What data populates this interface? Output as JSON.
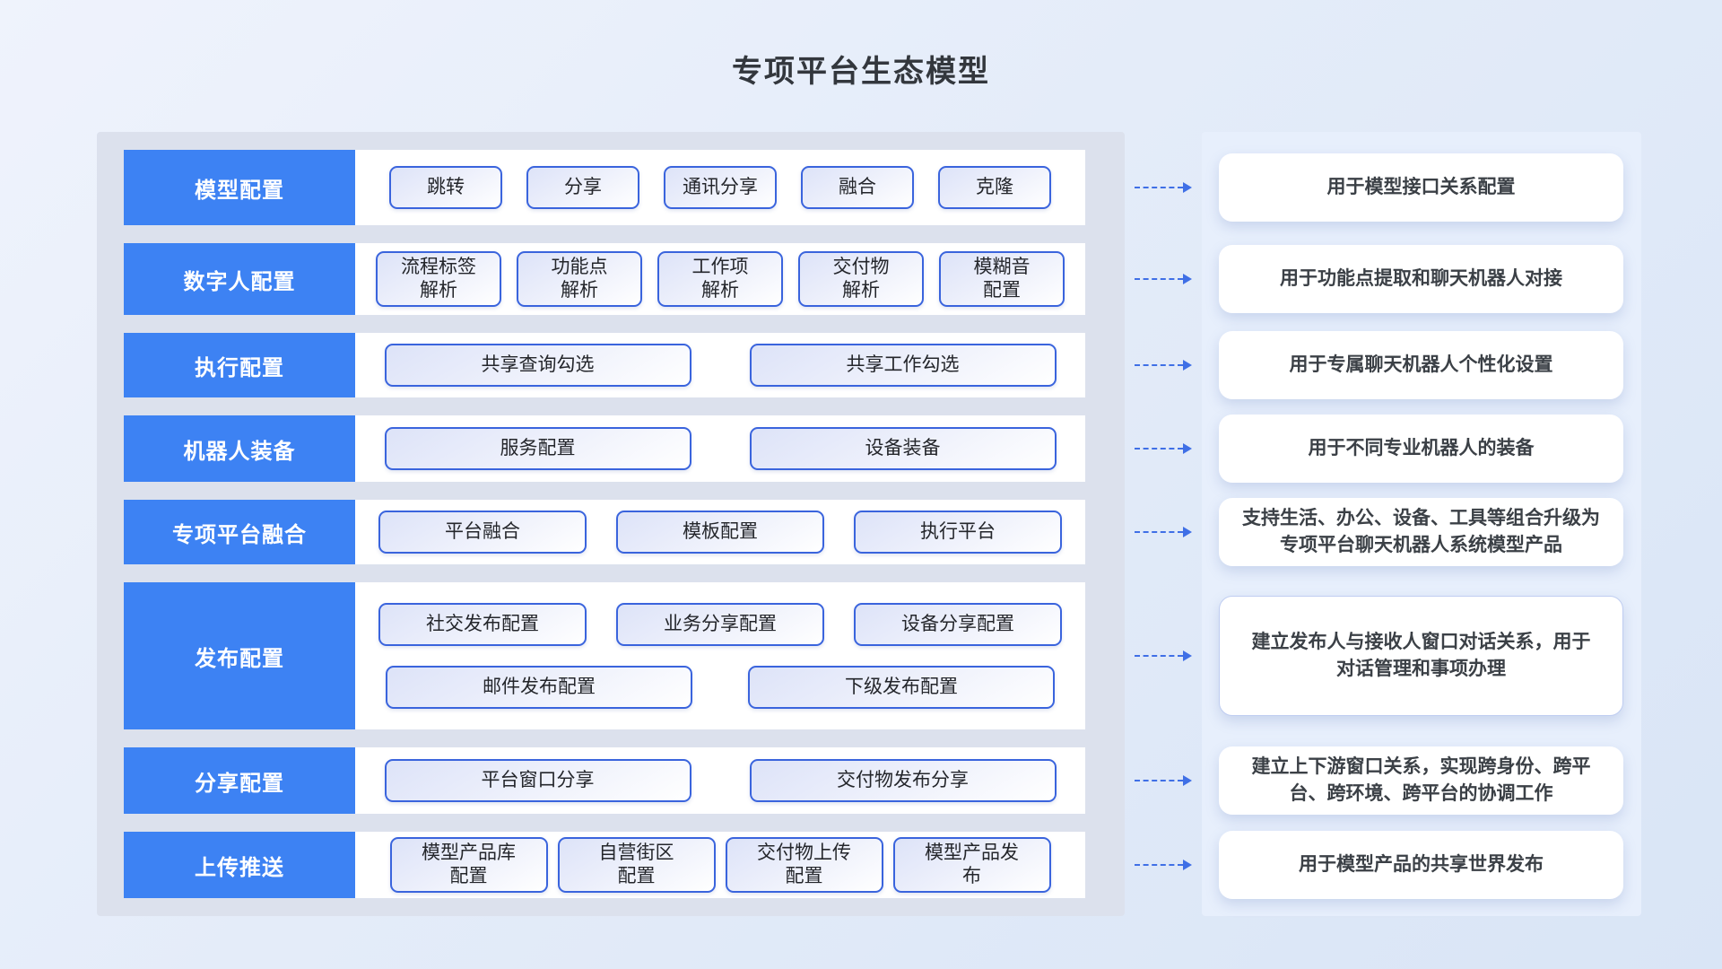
{
  "title": "专项平台生态模型",
  "colors": {
    "tag_bg": "#3d82f3",
    "chip_border": "#3a64dd",
    "arrow": "#3f6fe6"
  },
  "rows": [
    {
      "tag": "模型配置",
      "chips": [
        "跳转",
        "分享",
        "通讯分享",
        "融合",
        "克隆"
      ],
      "desc": "用于模型接口关系配置"
    },
    {
      "tag": "数字人配置",
      "chips": [
        "流程标签\n解析",
        "功能点\n解析",
        "工作项\n解析",
        "交付物\n解析",
        "模糊音\n配置"
      ],
      "desc": "用于功能点提取和聊天机器人对接"
    },
    {
      "tag": "执行配置",
      "chips": [
        "共享查询勾选",
        "共享工作勾选"
      ],
      "desc": "用于专属聊天机器人个性化设置"
    },
    {
      "tag": "机器人装备",
      "chips": [
        "服务配置",
        "设备装备"
      ],
      "desc": "用于不同专业机器人的装备"
    },
    {
      "tag": "专项平台融合",
      "chips": [
        "平台融合",
        "模板配置",
        "执行平台"
      ],
      "desc": "支持生活、办公、设备、工具等组合升级为专项平台聊天机器人系统模型产品"
    },
    {
      "tag": "发布配置",
      "chips": [
        "社交发布配置",
        "业务分享配置",
        "设备分享配置",
        "邮件发布配置",
        "下级发布配置"
      ],
      "desc": "建立发布人与接收人窗口对话关系，用于对话管理和事项办理"
    },
    {
      "tag": "分享配置",
      "chips": [
        "平台窗口分享",
        "交付物发布分享"
      ],
      "desc": "建立上下游窗口关系，实现跨身份、跨平台、跨环境、跨平台的协调工作"
    },
    {
      "tag": "上传推送",
      "chips": [
        "模型产品库\n配置",
        "自营街区\n配置",
        "交付物上传\n配置",
        "模型产品发\n布"
      ],
      "desc": "用于模型产品的共享世界发布"
    }
  ]
}
